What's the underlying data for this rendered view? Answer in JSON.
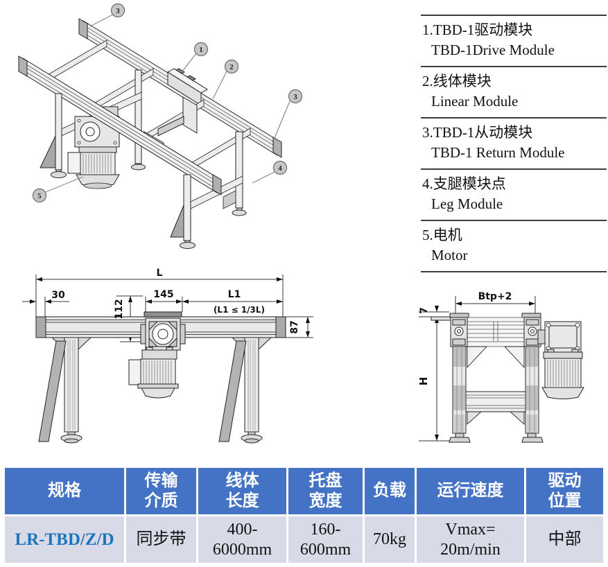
{
  "legend": {
    "items": [
      {
        "zh": "1.TBD-1驱动模块",
        "en": "TBD-1Drive Module"
      },
      {
        "zh": "2.线体模块",
        "en": "Linear Module"
      },
      {
        "zh": "3.TBD-1从动模块",
        "en": "TBD-1 Return Module"
      },
      {
        "zh": "4.支腿模块点",
        "en": "Leg Module"
      },
      {
        "zh": "5.电机",
        "en": "Motor"
      }
    ]
  },
  "iso_view": {
    "callouts": [
      "3",
      "1",
      "2",
      "3",
      "4",
      "5"
    ]
  },
  "side_view": {
    "dim_L": "L",
    "dim_30": "30",
    "dim_112": "112",
    "dim_145": "145",
    "dim_L1": "L1",
    "dim_L1_note": "(L1 ≤ 1/3L)",
    "dim_87": "87"
  },
  "end_view": {
    "dim_btp": "Btp+2",
    "dim_7": "7",
    "dim_H": "H"
  },
  "table": {
    "headers": [
      [
        "规格"
      ],
      [
        "传输",
        "介质"
      ],
      [
        "线体",
        "长度"
      ],
      [
        "托盘",
        "宽度"
      ],
      [
        "负载"
      ],
      [
        "运行速度"
      ],
      [
        "驱动",
        "位置"
      ]
    ],
    "row": [
      [
        "LR-TBD/Z/D"
      ],
      [
        "同步带"
      ],
      [
        "400-",
        "6000mm"
      ],
      [
        "160-",
        "600mm"
      ],
      [
        "70kg"
      ],
      [
        "Vmax=",
        "20m/min"
      ],
      [
        "中部"
      ]
    ]
  },
  "colors": {
    "header_blue": "#4472c4",
    "row_bg": "#d8dae7",
    "model_blue": "#1b75bc",
    "callout_fill": "#c6c6c6"
  }
}
